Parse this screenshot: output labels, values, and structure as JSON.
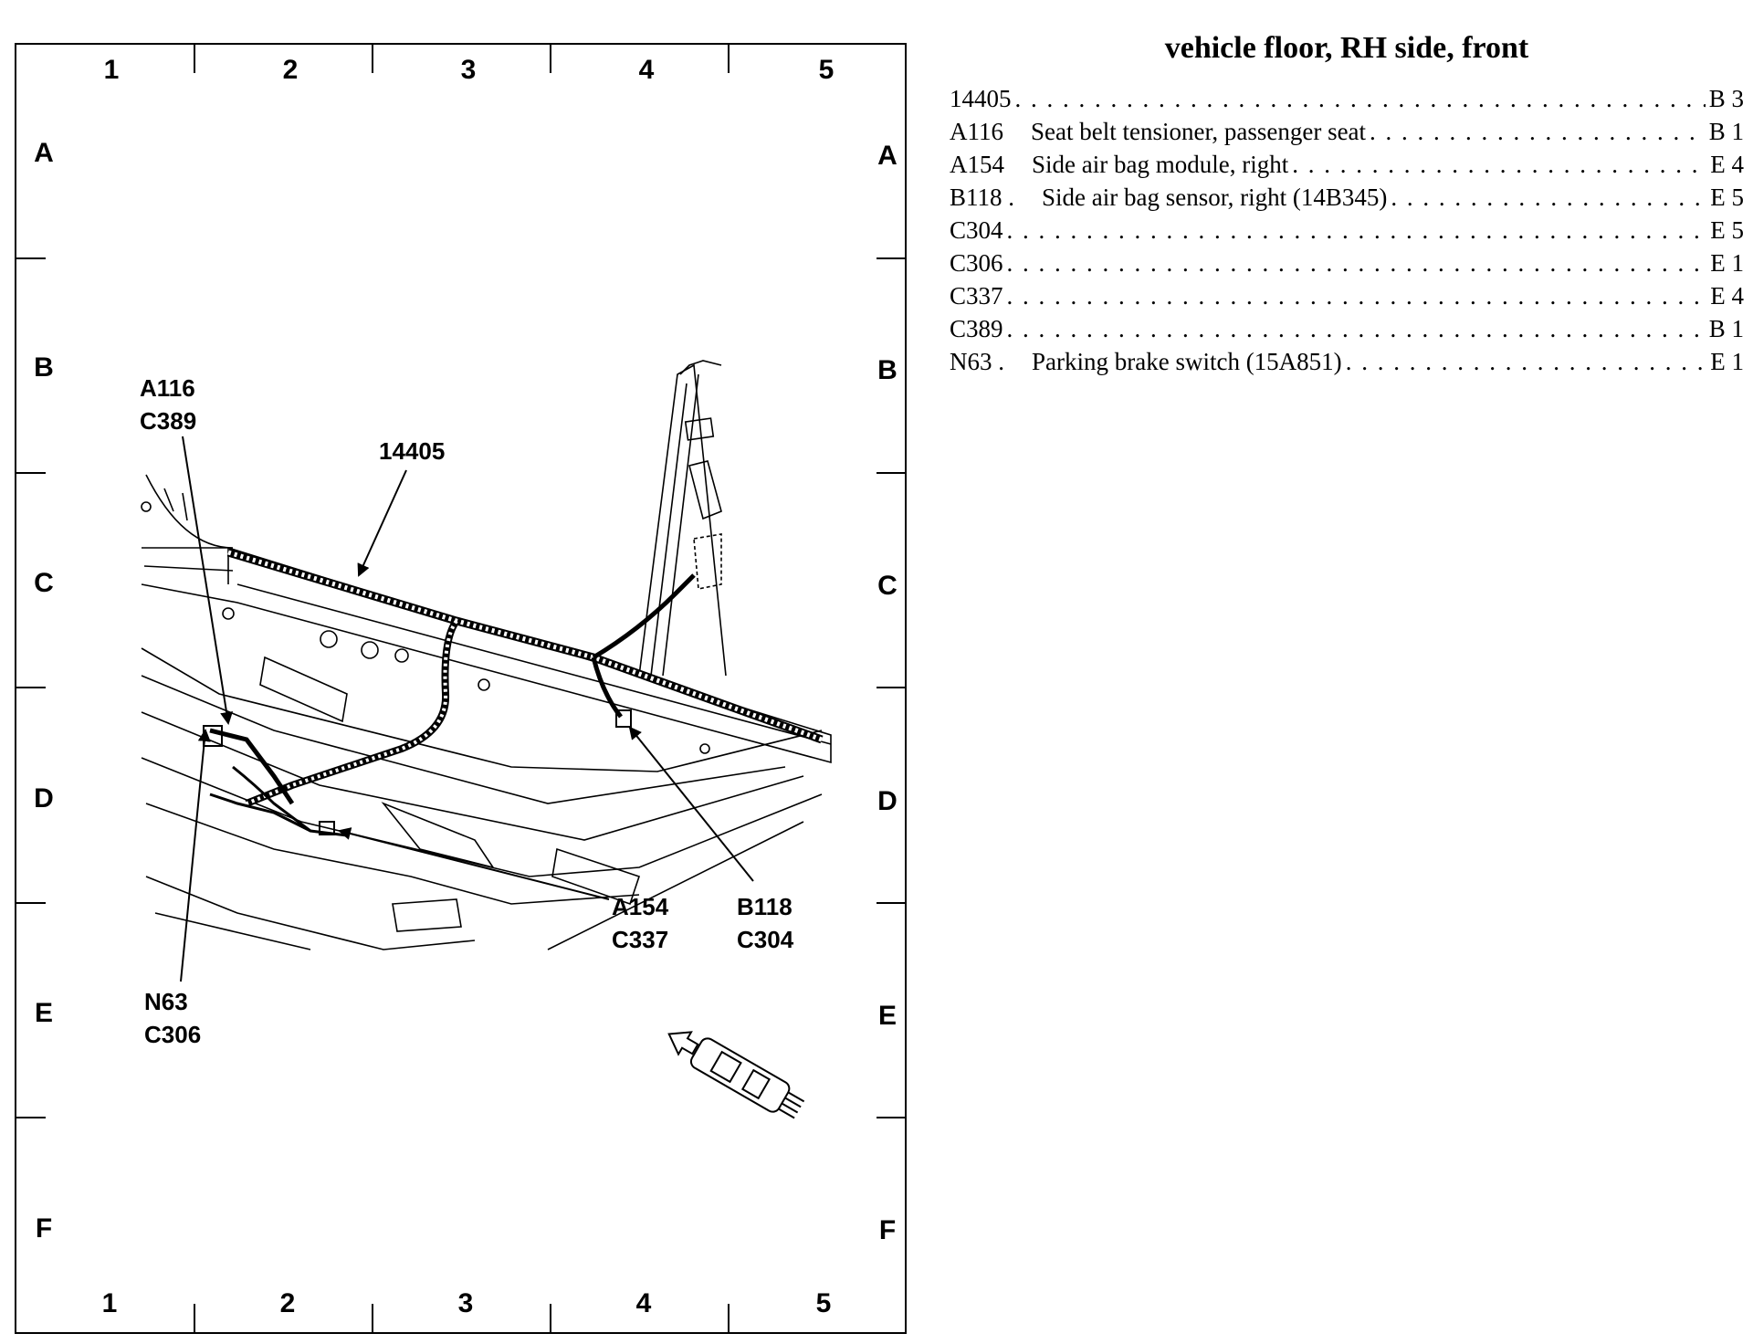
{
  "page_title": "vehicle floor, RH side, front",
  "grid": {
    "columns": [
      "1",
      "2",
      "3",
      "4",
      "5"
    ],
    "rows": [
      "A",
      "B",
      "C",
      "D",
      "E",
      "F"
    ]
  },
  "callouts": {
    "a116": "A116",
    "c389": "C389",
    "harness": "14405",
    "a154": "A154",
    "c337": "C337",
    "b118": "B118",
    "c304": "C304",
    "n63": "N63",
    "c306": "C306"
  },
  "legend": [
    {
      "code": "14405",
      "desc": "",
      "loc": "B 3"
    },
    {
      "code": "A116",
      "desc": "Seat belt tensioner, passenger seat",
      "loc": "B 1"
    },
    {
      "code": "A154",
      "desc": "Side air bag module, right",
      "loc": "E 4"
    },
    {
      "code": "B118 .",
      "desc": "Side air bag sensor, right (14B345)",
      "loc": "E 5"
    },
    {
      "code": "C304",
      "desc": "",
      "loc": "E 5"
    },
    {
      "code": "C306",
      "desc": "",
      "loc": "E 1"
    },
    {
      "code": "C337",
      "desc": "",
      "loc": "E 4"
    },
    {
      "code": "C389",
      "desc": "",
      "loc": "B 1"
    },
    {
      "code": "N63 .",
      "desc": "Parking brake switch (15A851)",
      "loc": "E 1"
    }
  ]
}
